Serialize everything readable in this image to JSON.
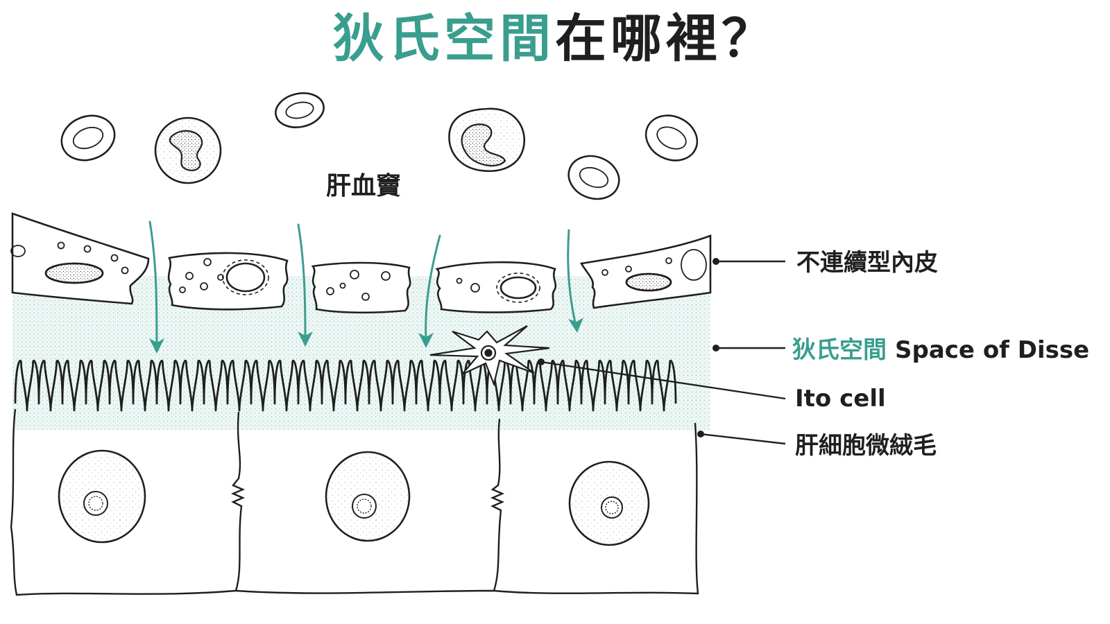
{
  "title": {
    "accent": "狄氏空間",
    "rest": "在哪裡？"
  },
  "labels": {
    "sinusoid": "肝血竇",
    "endothelium": "不連續型內皮",
    "disse_zh": "狄氏空間",
    "disse_en": "Space of Disse",
    "ito": "Ito cell",
    "microvilli": "肝細胞微絨毛"
  },
  "colors": {
    "accent": "#3a9e8e",
    "ink": "#1f1f1f",
    "disse_fill": "#dff0ec"
  }
}
